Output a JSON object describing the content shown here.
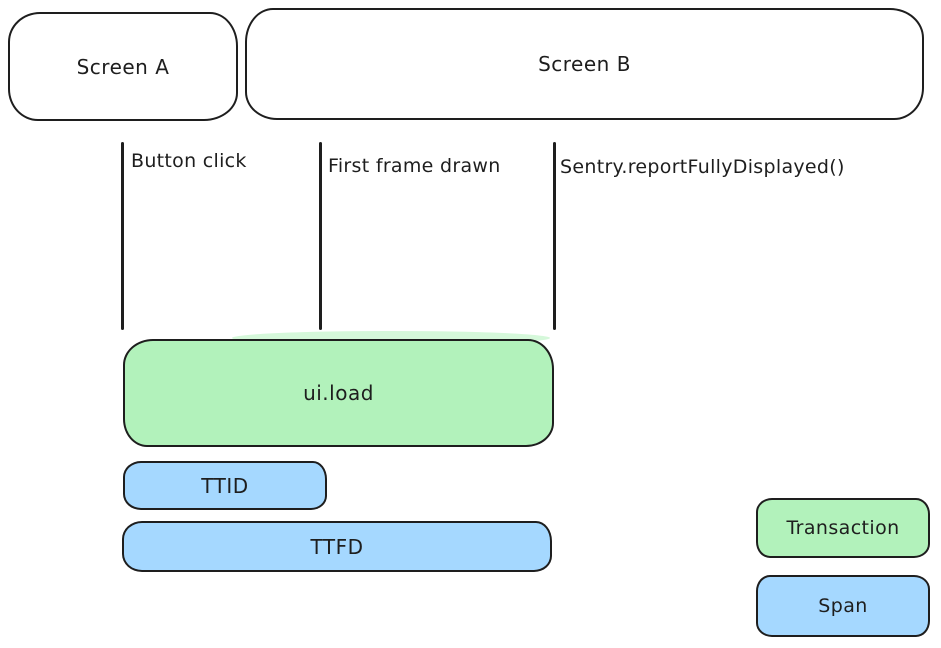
{
  "screens": [
    {
      "label": "Screen A"
    },
    {
      "label": "Screen B"
    }
  ],
  "events": [
    {
      "label": "Button click"
    },
    {
      "label": "First frame drawn"
    },
    {
      "label": "Sentry.reportFullyDisplayed()"
    }
  ],
  "bars": {
    "ui_load": {
      "label": "ui.load",
      "kind": "transaction"
    },
    "ttid": {
      "label": "TTID",
      "kind": "span"
    },
    "ttfd": {
      "label": "TTFD",
      "kind": "span"
    }
  },
  "legend": {
    "transaction": {
      "label": "Transaction",
      "color": "#b2f2bb"
    },
    "span": {
      "label": "Span",
      "color": "#a5d8ff"
    }
  },
  "colors": {
    "transaction_fill": "#b2f2bb",
    "span_fill": "#a5d8ff",
    "stroke": "#1e1e1e",
    "background": "#ffffff"
  }
}
